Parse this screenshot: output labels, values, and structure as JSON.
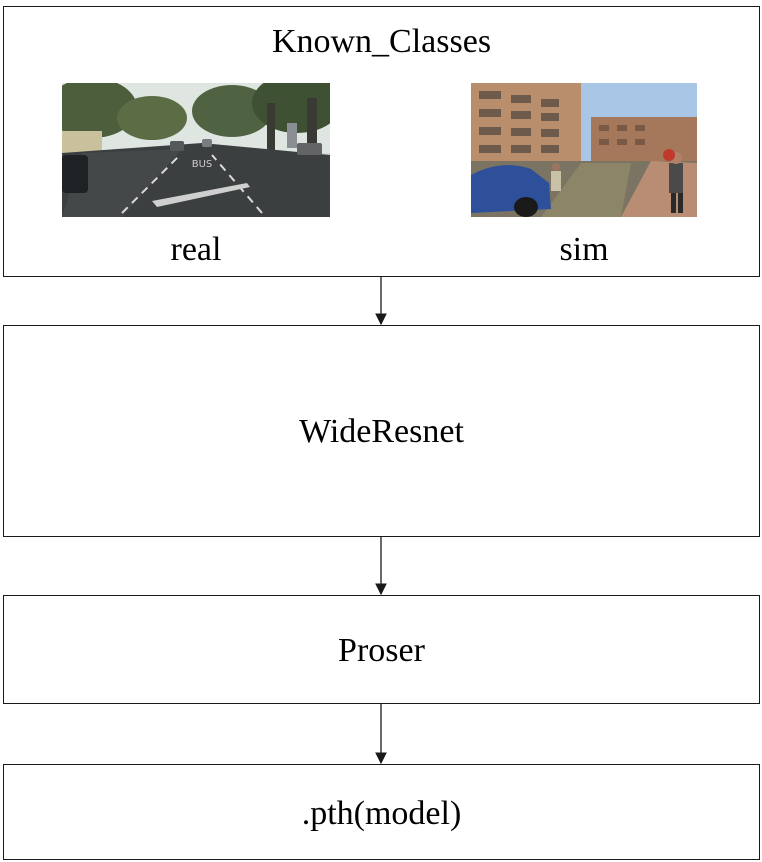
{
  "known_classes": {
    "title": "Known_Classes",
    "images": [
      {
        "caption": "real",
        "icon": "street-scene-photo"
      },
      {
        "caption": "sim",
        "icon": "simulated-street-scene-image"
      }
    ]
  },
  "stages": {
    "wide_resnet": "WideResnet",
    "proser": "Proser",
    "output": ".pth(model)"
  },
  "colors": {
    "border": "#1a1a1a",
    "arrow": "#1a1a1a"
  }
}
